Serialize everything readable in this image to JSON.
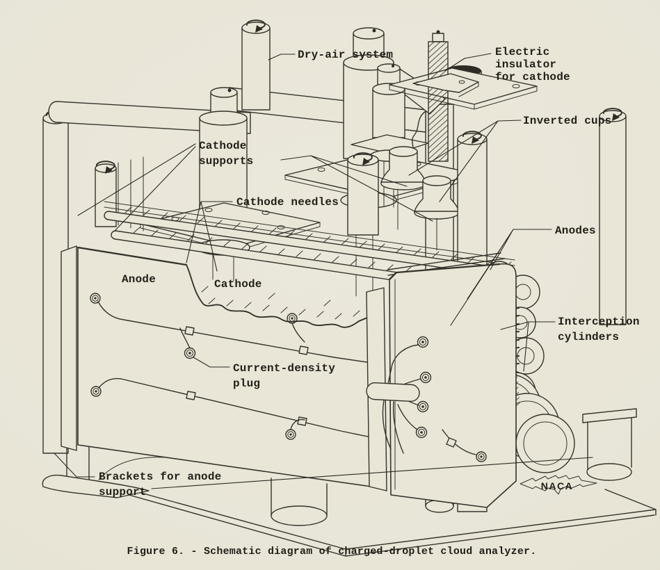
{
  "figure": {
    "caption": "Figure 6. - Schematic diagram of charged-droplet cloud analyzer.",
    "logo": "NACA"
  },
  "labels": {
    "dry_air_system": "Dry-air system",
    "electric_insulator": [
      "Electric",
      "insulator",
      "for cathode"
    ],
    "inverted_cups": "Inverted cups",
    "cathode_supports": [
      "Cathode",
      "supports"
    ],
    "cathode_needles": "Cathode needles",
    "anodes": "Anodes",
    "anode": "Anode",
    "cathode": "Cathode",
    "current_density_plug": [
      "Current-density",
      "plug"
    ],
    "interception_cylinders": [
      "Interception",
      "cylinders"
    ],
    "brackets_for_anode_support": [
      "Brackets for anode",
      "support"
    ]
  },
  "colors": {
    "paper": "#e9e6d8",
    "ink": "#35322b"
  }
}
